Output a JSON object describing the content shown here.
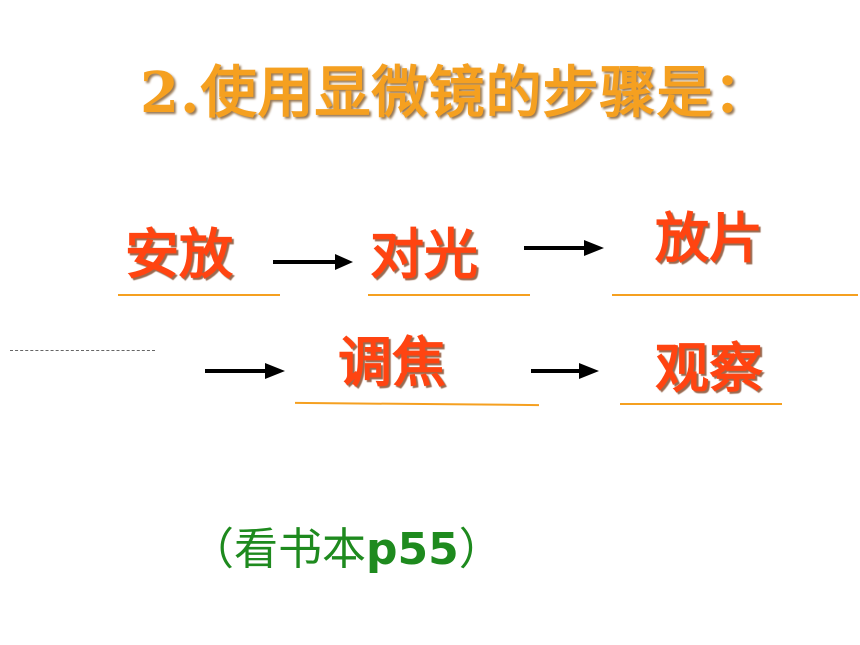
{
  "title": "2.使用显微镜的步骤是：",
  "steps": [
    "安放",
    "对光",
    "放片",
    "调焦",
    "观察"
  ],
  "note": {
    "open": "（",
    "text": "看书本",
    "page": "p55",
    "close": "）"
  },
  "colors": {
    "title": "#F5A020",
    "step": "#FF4411",
    "underline": "#F5A020",
    "note": "#1E8A1E",
    "arrow": "#000000"
  }
}
